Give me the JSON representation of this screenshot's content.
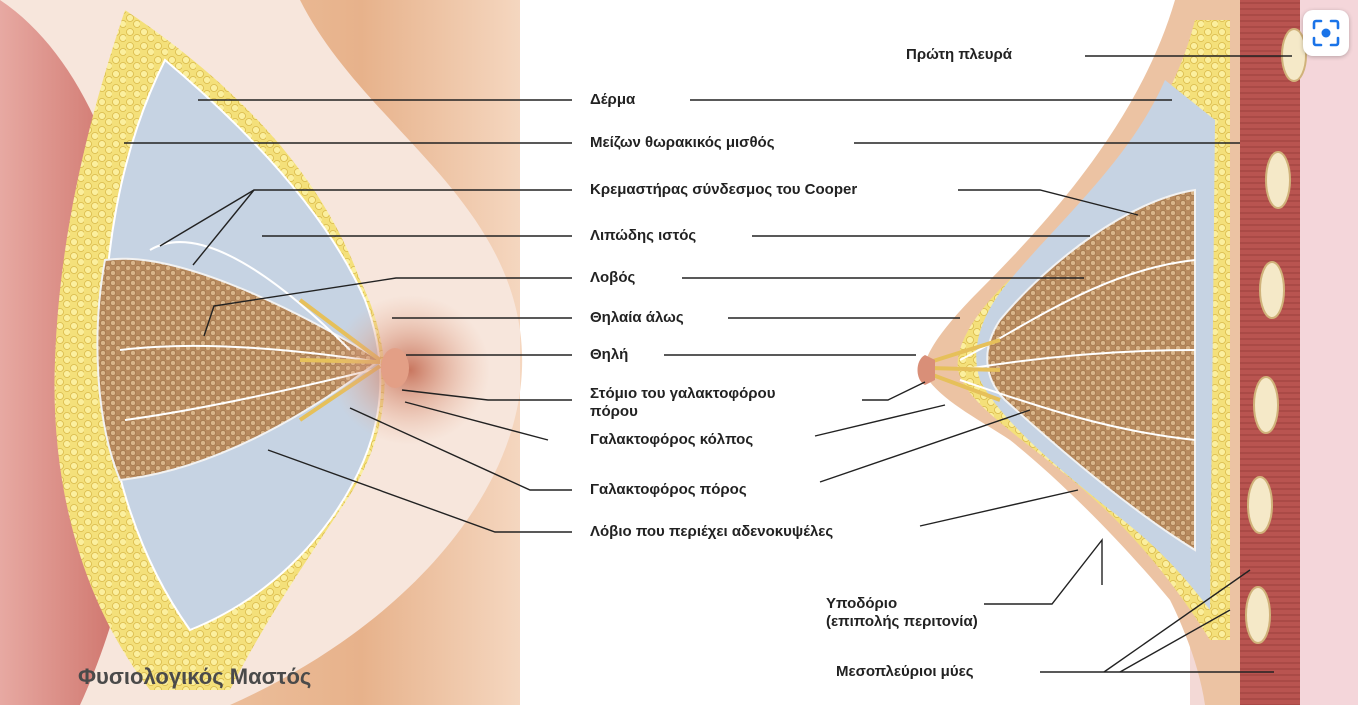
{
  "diagram": {
    "caption": "Φυσιολογικός Μαστός",
    "labels": {
      "first_rib": "Πρώτη πλευρά",
      "skin": "Δέρμα",
      "pectoralis_major": "Μείζων θωρακικός μισθός",
      "cooper_ligament": "Κρεμαστήρας σύνδεσμος του Cooper",
      "adipose_tissue": "Λιπώδης ιστός",
      "lobe": "Λοβός",
      "areola": "Θηλαία άλως",
      "nipple": "Θηλή",
      "duct_opening_line1": "Στόμιο του γαλακτοφόρου",
      "duct_opening_line2": "πόρου",
      "lactiferous_sinus": "Γαλακτοφόρος κόλπος",
      "lactiferous_duct": "Γαλακτοφόρος πόρος",
      "lobule": "Λόβιο που περιέχει αδενοκυψέλες",
      "subcutaneous_line1": "Υποδόριο",
      "subcutaneous_line2": "(επιπολής περιτονία)",
      "intercostal_muscles": "Μεσοπλεύριοι μύες"
    }
  },
  "toolbar": {
    "scan_icon": "visual-search-icon",
    "accent": "#1a73e8"
  },
  "colors": {
    "skin": "#e8b48f",
    "fat": "#f2dc6a",
    "gland": "#c9a070",
    "muscle": "#c85f5a",
    "fascia": "#b9c8dc",
    "leader": "#222222"
  }
}
